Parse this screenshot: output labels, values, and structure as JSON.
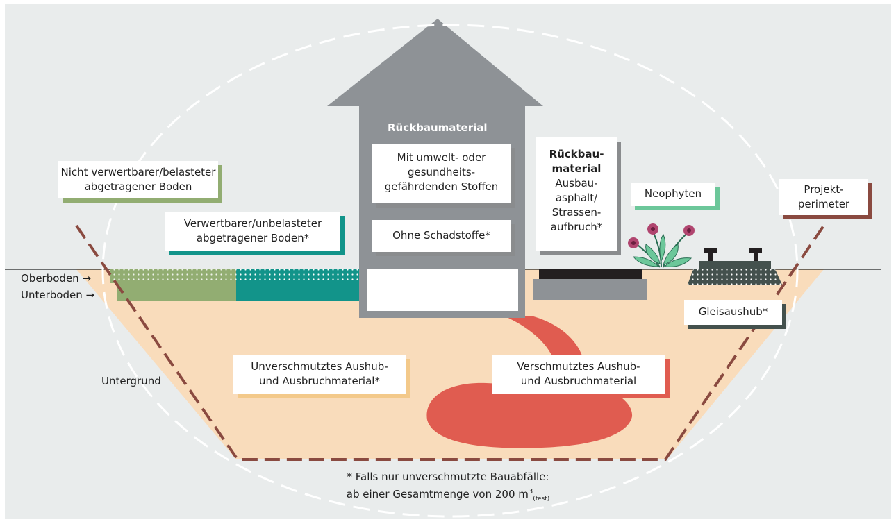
{
  "colors": {
    "background": "#e9ecec",
    "ground": "#f9dcbb",
    "topsoil_unpolluted": "#12948a",
    "topsoil_polluted": "#92ad72",
    "building": "#8e9296",
    "contamination": "#e05c50",
    "boundary": "#8a4a40",
    "asphalt": "#231f20",
    "track": "#44514d"
  },
  "icons": [
    "dashed-ellipse-icon",
    "up-arrow-house-icon",
    "flower-icon",
    "rail-track-icon",
    "asphalt-layer-icon"
  ],
  "labels": {
    "oberboden": "Oberboden →",
    "unterboden": "Unterboden →",
    "untergrund": "Untergrund",
    "nicht_verwertbar": [
      "Nicht verwertbarer/belasteter",
      "abgetragener Boden"
    ],
    "verwertbar": [
      "Verwertbarer/unbelasteter",
      "abgetragener Boden*"
    ],
    "rueckbaumaterial_title": "Rückbaumaterial",
    "mit_stoffen": [
      "Mit umwelt- oder",
      "gesundheits-",
      "gefährdenden Stoffen"
    ],
    "ohne_schadstoffe": "Ohne Schadstoffe*",
    "rueckbau_asphalt": [
      "Rückbau-",
      "material",
      "Ausbau-",
      "asphalt/",
      "Strassen-",
      "aufbruch*"
    ],
    "neophyten": "Neophyten",
    "projektperimeter": [
      "Projekt-",
      "perimeter"
    ],
    "gleisaushub": "Gleisaushub*",
    "unverschmutzt": [
      "Unverschmutztes Aushub-",
      "und Ausbruchmaterial*"
    ],
    "verschmutzt": [
      "Verschmutztes Aushub-",
      "und Ausbruchmaterial"
    ],
    "footnote_line1": "* Falls nur unverschmutzte Bauabfälle:",
    "footnote_line2": "ab einer Gesamtmenge von 200 m",
    "footnote_sup": "3",
    "footnote_sub": "(fest)"
  }
}
